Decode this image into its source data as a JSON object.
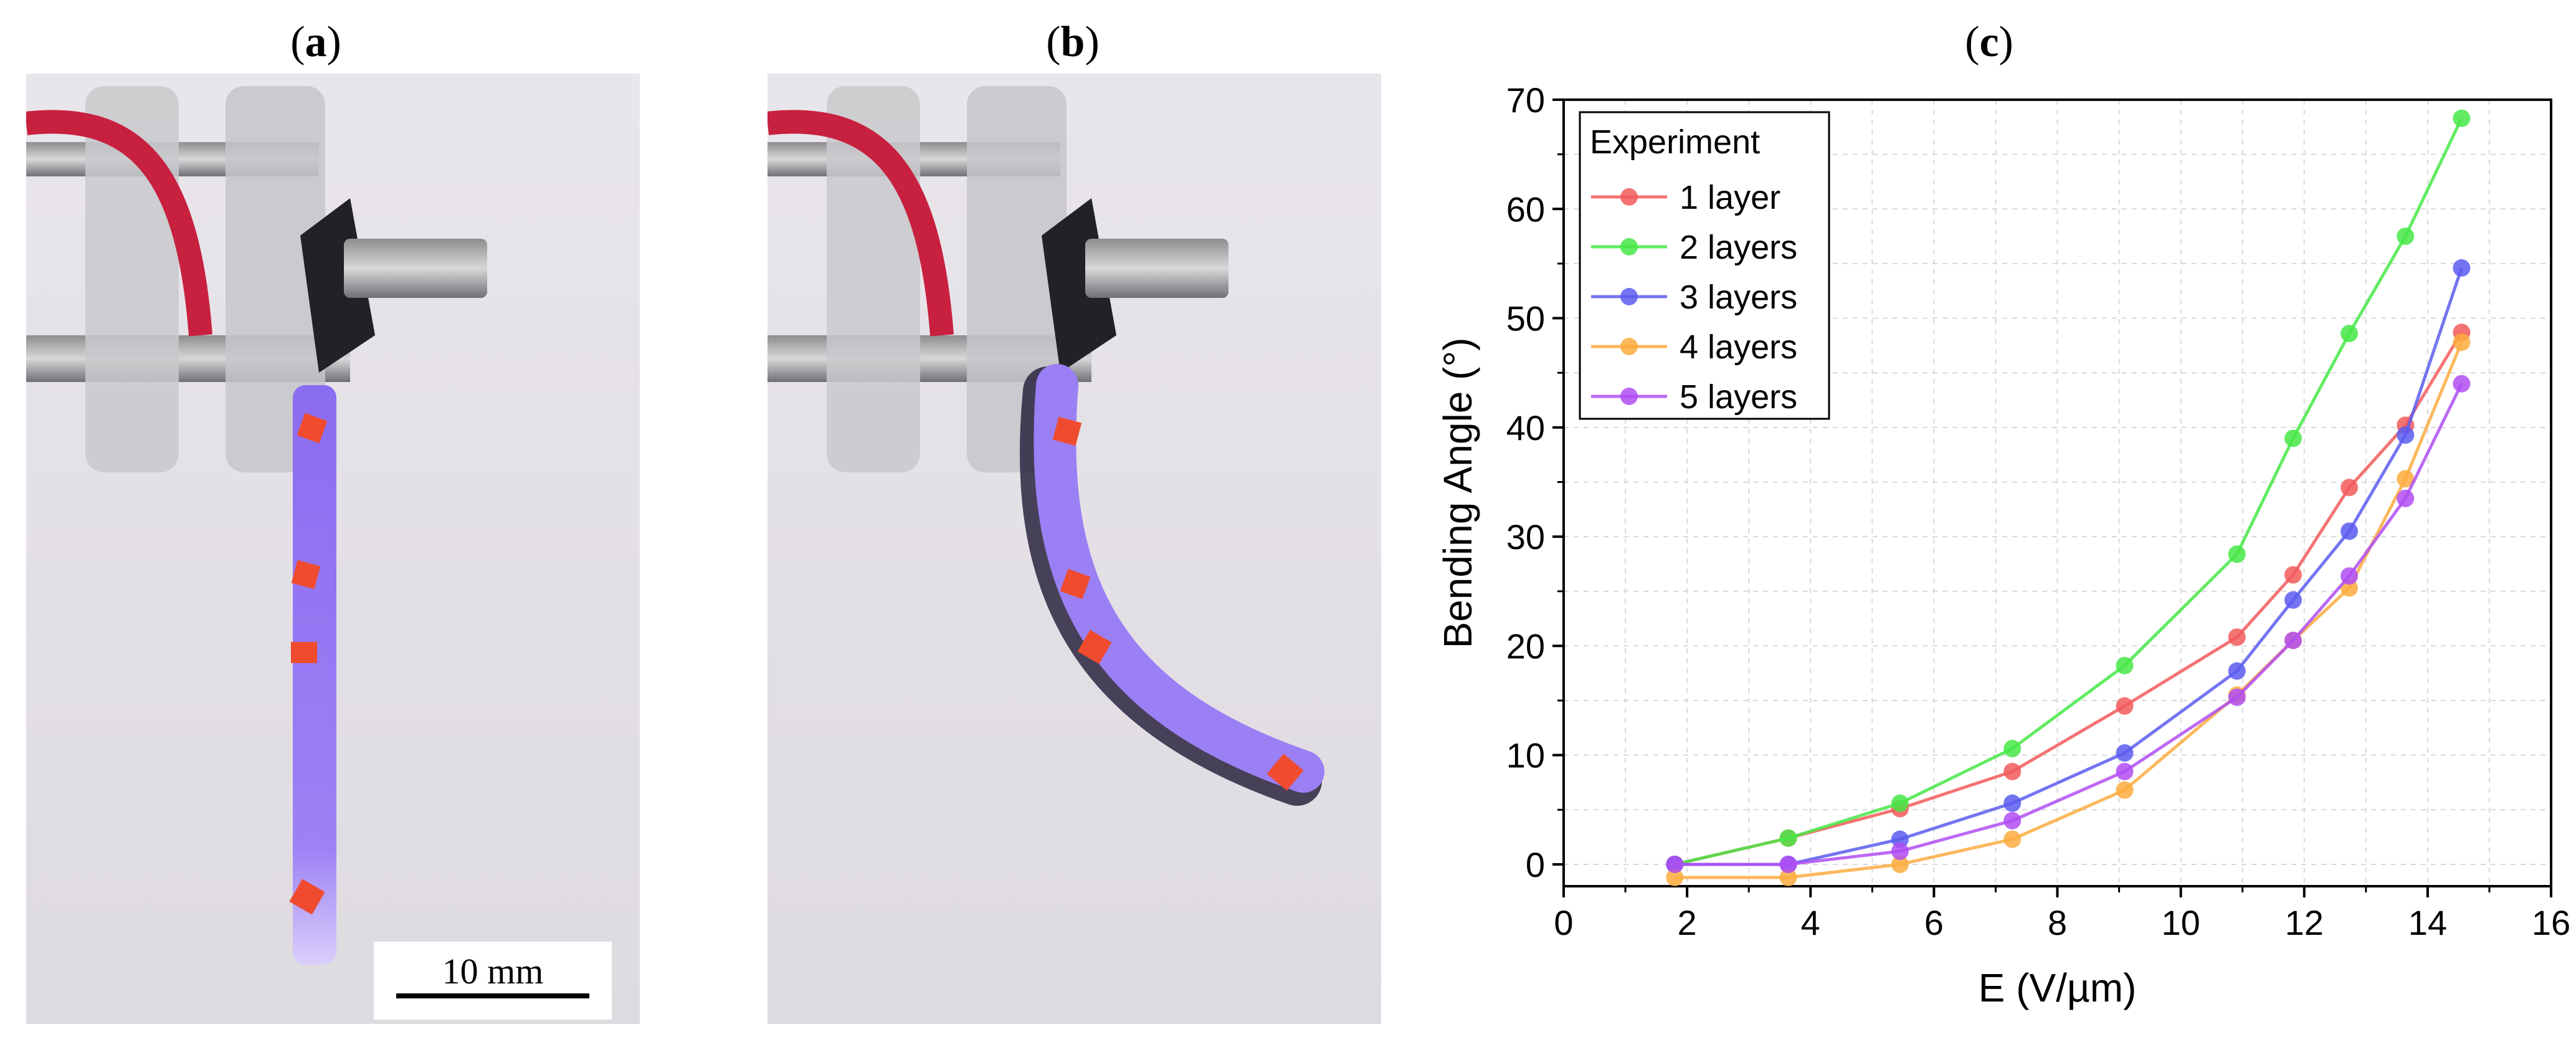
{
  "panels": {
    "a": "a",
    "b": "b",
    "c": "c"
  },
  "scale_bar": "10 mm",
  "chart_data": {
    "type": "line",
    "xlabel": "E (V/µm)",
    "ylabel": "Bending Angle (°)",
    "xlim": [
      0,
      16
    ],
    "ylim": [
      -2,
      70
    ],
    "xticks": [
      0,
      2,
      4,
      6,
      8,
      10,
      12,
      14,
      16
    ],
    "yticks": [
      0,
      10,
      20,
      30,
      40,
      50,
      60,
      70
    ],
    "grid": true,
    "legend_title": "Experiment",
    "legend_position": "top-left",
    "x": [
      1.8,
      3.64,
      5.45,
      7.27,
      9.09,
      10.91,
      11.82,
      12.73,
      13.64,
      14.55
    ],
    "series": [
      {
        "name": "1 layer",
        "color": "#f25a5a",
        "values": [
          0,
          2.4,
          5.1,
          8.5,
          14.5,
          20.8,
          26.5,
          34.5,
          40.2,
          48.7
        ]
      },
      {
        "name": "2 layers",
        "color": "#47e847",
        "values": [
          0,
          2.4,
          5.6,
          10.6,
          18.2,
          28.4,
          39.0,
          48.6,
          57.5,
          68.3
        ]
      },
      {
        "name": "3 layers",
        "color": "#5c5cf0",
        "values": [
          0,
          0,
          2.3,
          5.6,
          10.2,
          17.7,
          24.2,
          30.5,
          39.3,
          54.6
        ]
      },
      {
        "name": "4 layers",
        "color": "#fbab3e",
        "values": [
          -1.2,
          -1.2,
          0,
          2.3,
          6.8,
          15.5,
          20.5,
          25.3,
          35.3,
          47.8
        ]
      },
      {
        "name": "5 layers",
        "color": "#b04ef2",
        "values": [
          0,
          0,
          1.2,
          4.0,
          8.5,
          15.3,
          20.5,
          26.4,
          33.5,
          44.0
        ]
      }
    ]
  }
}
